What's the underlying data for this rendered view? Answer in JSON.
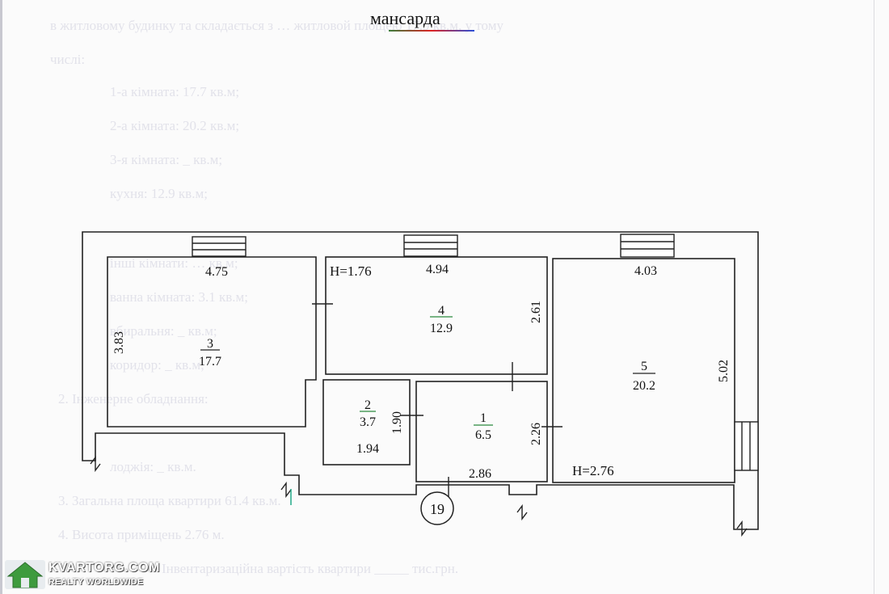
{
  "title": "мансарда",
  "background_text": [
    "в житловому будинку та складається з … житловой площею 17.9 кв.м, у тому",
    "числі:",
    "1-а кімната: 17.7 кв.м;",
    "2-а кімната: 20.2 кв.м;",
    "3-я кімната: _ кв.м;",
    "кухня: 12.9 кв.м;",
    "інші кімнати: … кв.м;",
    "ванна кімната: 3.1 кв.м;",
    "вбиральня: _ кв.м;",
    "коридор: _ кв.м;",
    "2. Інженерне обладнання:",
    "лоджія: _ кв.м.",
    "3. Загальна площа квартири 61.4 кв.м.",
    "4. Висота приміщень 2.76 м.",
    "Інвентаризаційна вартість квартири _____ тис.грн."
  ],
  "rooms": [
    {
      "number": "3",
      "area": "17.7",
      "width_dim": "4.75",
      "height_dim": "3.83"
    },
    {
      "number": "4",
      "area": "12.9",
      "width_dim": "4.94",
      "height_dim": "2.61"
    },
    {
      "number": "5",
      "area": "20.2",
      "width_dim": "4.03",
      "height_dim": "5.02"
    },
    {
      "number": "2",
      "area": "3.7",
      "width_dim": "1.94",
      "height_dim": "1.90"
    },
    {
      "number": "1",
      "area": "6.5",
      "width_dim": "2.86",
      "height_dim": "2.26"
    }
  ],
  "ceiling_heights": [
    "H=1.76",
    "H=2.76"
  ],
  "entrance_number": "19",
  "watermark": {
    "brand": "KVARTORG.COM",
    "tagline": "REALTY WORLDWIDE"
  }
}
